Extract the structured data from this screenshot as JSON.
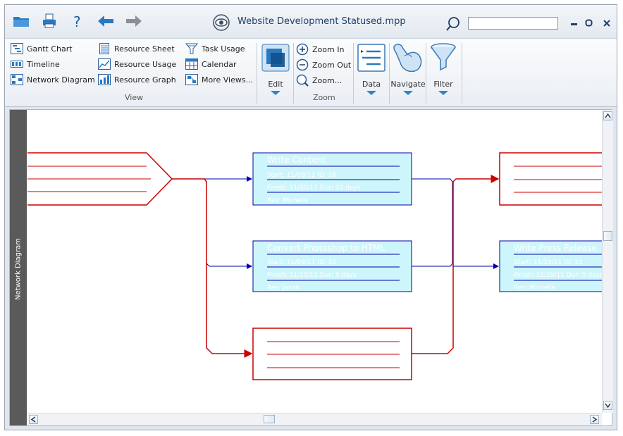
{
  "window": {
    "title": "Website Development Statused.mpp",
    "search_value": ""
  },
  "ribbon": {
    "view": {
      "label": "View",
      "items": [
        "Gantt Chart",
        "Timeline",
        "Network Diagram",
        "Resource Sheet",
        "Resource Usage",
        "Resource Graph",
        "Task Usage",
        "Calendar",
        "More Views..."
      ]
    },
    "edit": {
      "label": "Edit"
    },
    "zoom": {
      "label": "Zoom",
      "items": [
        "Zoom In",
        "Zoom Out",
        "Zoom..."
      ]
    },
    "data": {
      "label": "Data"
    },
    "navigate": {
      "label": "Navigate"
    },
    "filter": {
      "label": "Filter"
    }
  },
  "sidebar": {
    "label": "Network Diagram"
  },
  "colors": {
    "critical": "#cc0000",
    "normal": "#0000aa",
    "normal_fill": "#ccf6fb"
  },
  "nodes": {
    "write_content": {
      "title": "Write Content",
      "line1": "Start:  11/09/11      ID:  18",
      "line2": "Finish: 11/20/11     Dur: 10 days",
      "line3": "Res: Michelle"
    },
    "convert_photoshop": {
      "title": "Convert Photoshop to HTML",
      "line1": "Start:  11/09/11      ID:  20",
      "line2": "Finish: 11/15/11     Dur: 5 days",
      "line3": "Res: Jason"
    },
    "write_press": {
      "title": "Write Press Release",
      "line1": "Start:  11/23/11      ID:  22",
      "line2": "Finish: 11/29/11     Dur: 5 days",
      "line3": "Res: Michelle"
    }
  }
}
